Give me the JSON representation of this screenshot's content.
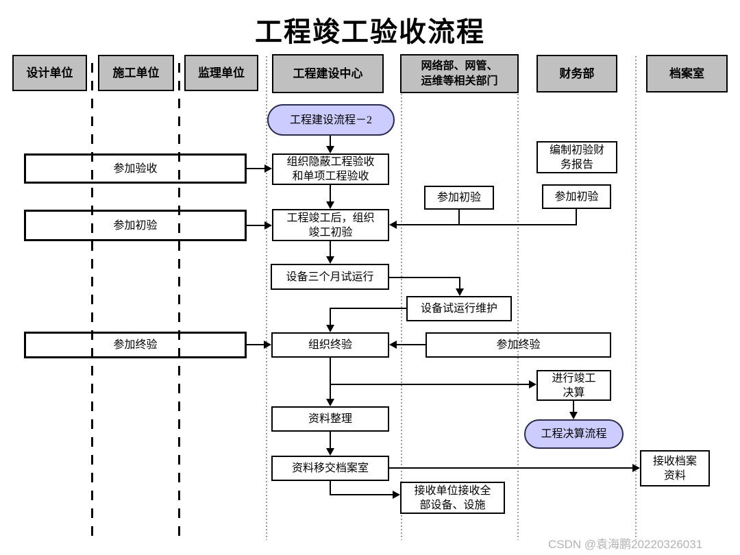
{
  "title": "工程竣工验收流程",
  "watermark": "CSDN @袁海鹏20220326031",
  "colors": {
    "header_fill": "#c0c0c0",
    "oval_fill": "#ccccff",
    "line": "#000000",
    "watermark": "#b3b3b3"
  },
  "lanes": [
    {
      "label": "设计单位"
    },
    {
      "label": "施工单位"
    },
    {
      "label": "监理单位"
    },
    {
      "label": "工程建设中心"
    },
    {
      "label": "网络部、网管、\n运维等相关部门"
    },
    {
      "label": "财务部"
    },
    {
      "label": "档案室"
    }
  ],
  "nodes": {
    "start_oval": "工程建设流程－2",
    "hidden_acceptance": "组织隐蔽工程验收\n和单项工程验收",
    "join_acceptance": "参加验收",
    "initial_acceptance": "工程竣工后，组织\n竣工初验",
    "join_initial_left": "参加初验",
    "join_initial_network": "参加初验",
    "prepare_financial_report": "编制初验财\n务报告",
    "join_initial_finance": "参加初验",
    "trial_run": "设备三个月试运行",
    "trial_maintenance": "设备试运行维护",
    "final_acceptance": "组织终验",
    "join_final_left": "参加终验",
    "join_final_right": "参加终验",
    "final_settlement": "进行竣工\n决算",
    "settlement_oval": "工程决算流程",
    "data_sorting": "资料整理",
    "transfer_archive": "资料移交档案室",
    "receive_equipment": "接收单位接收全\n部设备、设施",
    "receive_archive": "接收档案\n资料"
  }
}
